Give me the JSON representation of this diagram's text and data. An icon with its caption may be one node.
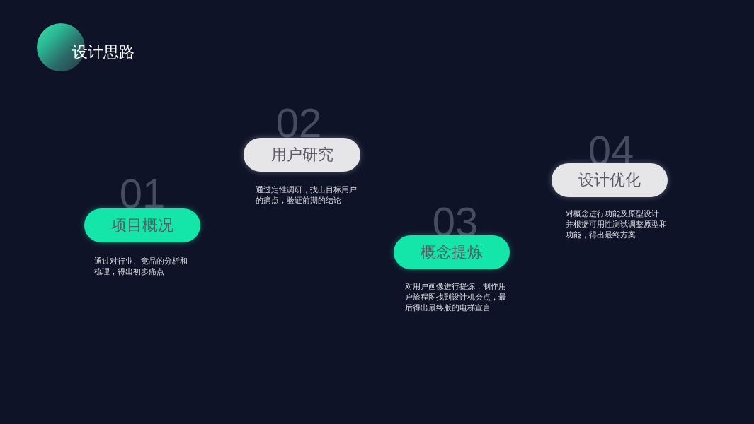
{
  "diagram": {
    "title": "设计思路",
    "nodes": [
      {
        "text": [
          "项目概况"
        ],
        "beside": [
          "01",
          "通过对行业、竞品的分析和梳理，得出初步痛点"
        ]
      },
      {
        "text": [
          "用户研究"
        ],
        "beside": [
          "02",
          "通过定性调研，找出目标用户的痛点，验证前期的结论"
        ]
      },
      {
        "text": [
          "概念提炼"
        ],
        "beside": [
          "03",
          "对用户画像进行提炼，制作用户旅程图找到设计机会点，最后得出最终版的电梯宣言"
        ]
      },
      {
        "text": [
          "设计优化"
        ],
        "beside": [
          "04",
          "对概念进行功能及原型设计，并根据可用性测试调整原型和功能，得出最终方案"
        ]
      }
    ]
  }
}
